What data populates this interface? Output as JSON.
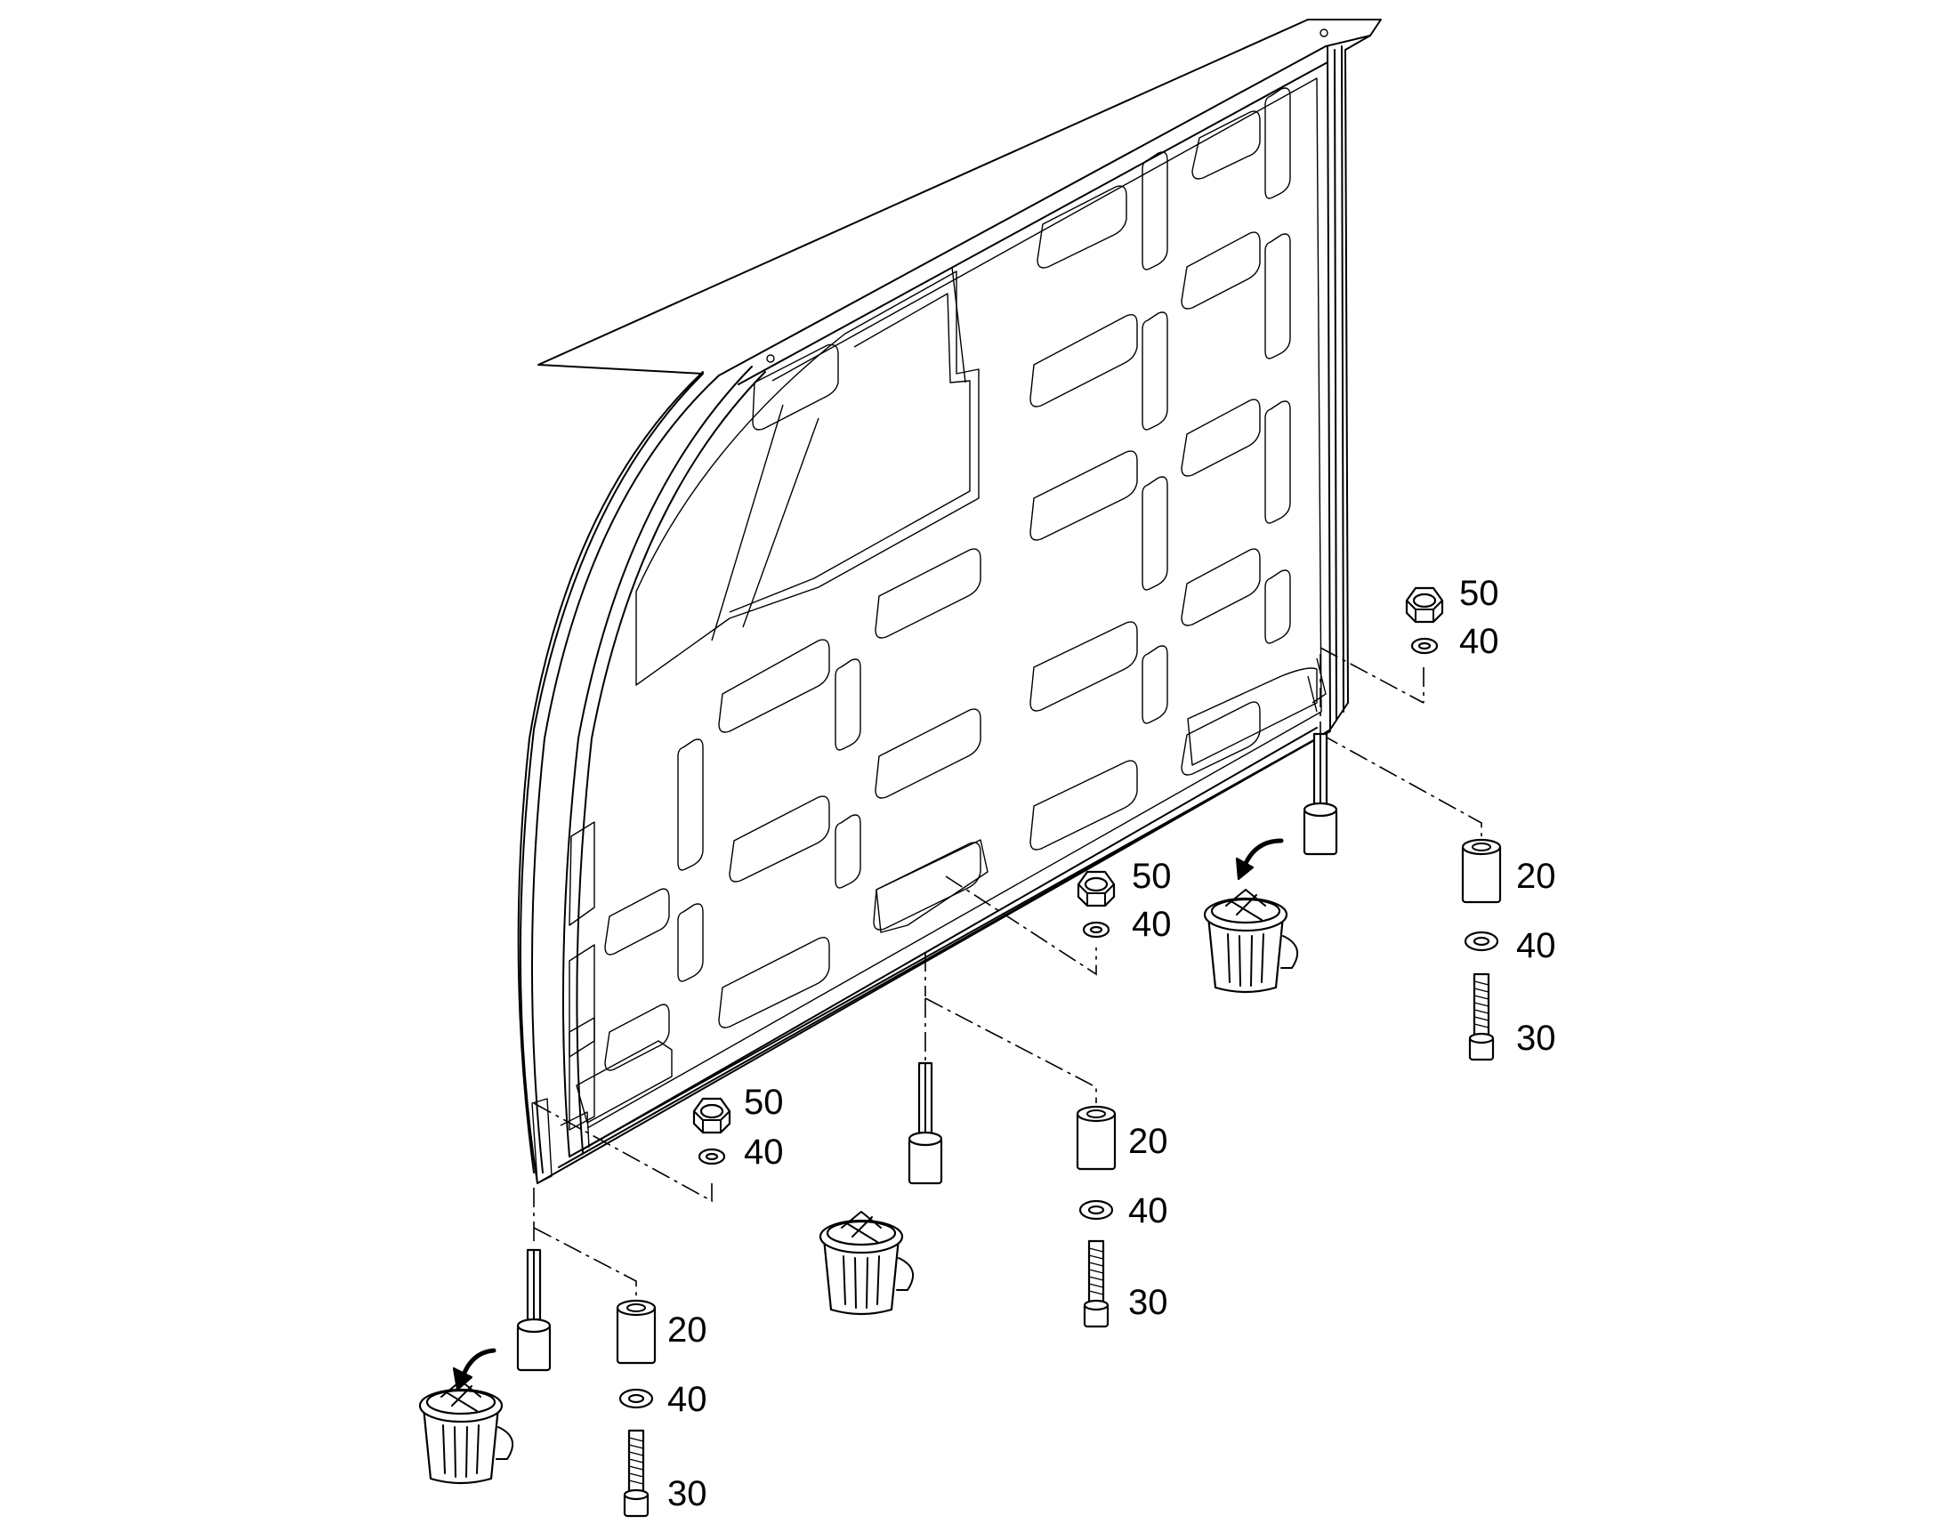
{
  "callouts": {
    "right_nut": "50",
    "right_nut_washer": "40",
    "right_spacer": "20",
    "right_washer": "40",
    "right_bolt": "30",
    "mid_nut": "50",
    "mid_nut_washer": "40",
    "mid_spacer": "20",
    "mid_washer": "40",
    "mid_bolt": "30",
    "left_nut": "50",
    "left_nut_washer": "40",
    "left_spacer": "20",
    "left_washer": "40",
    "left_bolt": "30"
  },
  "icons": {
    "discard": "trash-can-icon",
    "discard_arrow": "curved-arrow-icon"
  },
  "colors": {
    "line": "#000000",
    "background": "#ffffff"
  }
}
